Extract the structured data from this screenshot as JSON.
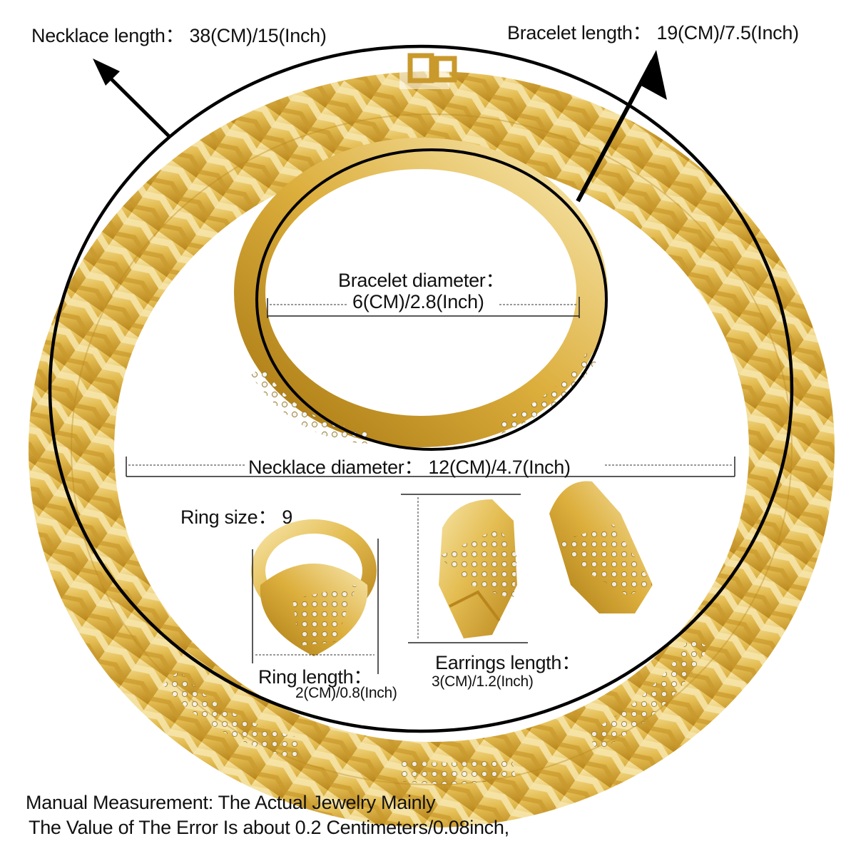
{
  "annotations": {
    "necklace_length": "Necklace length：  38(CM)/15(Inch)",
    "bracelet_length": "Bracelet length：  19(CM)/7.5(Inch)",
    "bracelet_diameter_title": "Bracelet diameter：",
    "bracelet_diameter_value": "6(CM)/2.8(Inch)",
    "necklace_diameter": "Necklace diameter：  12(CM)/4.7(Inch)",
    "ring_size": "Ring size：  9",
    "ring_length_title": "Ring length：",
    "ring_length_value": "2(CM)/0.8(Inch)",
    "earrings_length_title": "Earrings length：",
    "earrings_length_value": "3(CM)/1.2(Inch)"
  },
  "footer": {
    "line1": "Manual Measurement:  The Actual Jewelry Mainly",
    "line2": "The Value of The Error Is about 0.2 Centimeters/0.08inch,"
  },
  "items": [
    {
      "name": "Necklace",
      "length": "38(CM)/15(Inch)",
      "diameter": "12(CM)/4.7(Inch)"
    },
    {
      "name": "Bracelet",
      "length": "19(CM)/7.5(Inch)",
      "diameter": "6(CM)/2.8(Inch)"
    },
    {
      "name": "Ring",
      "size": "9",
      "length": "2(CM)/0.8(Inch)"
    },
    {
      "name": "Earrings",
      "length": "3(CM)/1.2(Inch)"
    }
  ],
  "colors": {
    "gold_light": "#f3dc96",
    "gold_mid": "#e2b94a",
    "gold_dark": "#b8861c",
    "outline": "#000000",
    "background": "#ffffff"
  }
}
